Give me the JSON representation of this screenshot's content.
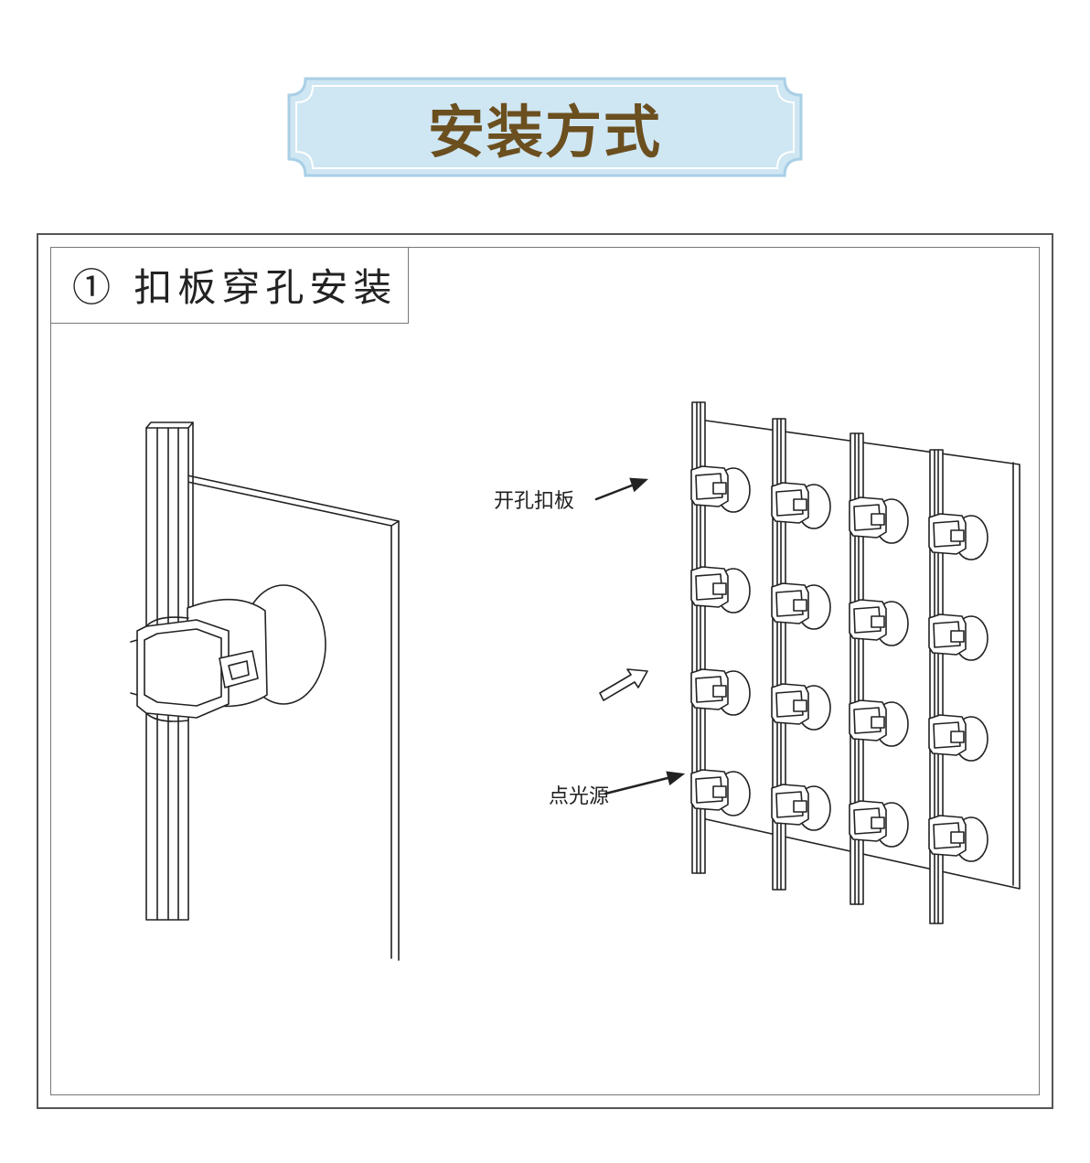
{
  "banner": {
    "title": "安装方式",
    "bg_color": "#cfe6f3",
    "text_color": "#6b4f1f"
  },
  "section": {
    "title": "① 扣板穿孔安装"
  },
  "callouts": {
    "panel_label": "开孔扣板",
    "light_label": "点光源"
  }
}
